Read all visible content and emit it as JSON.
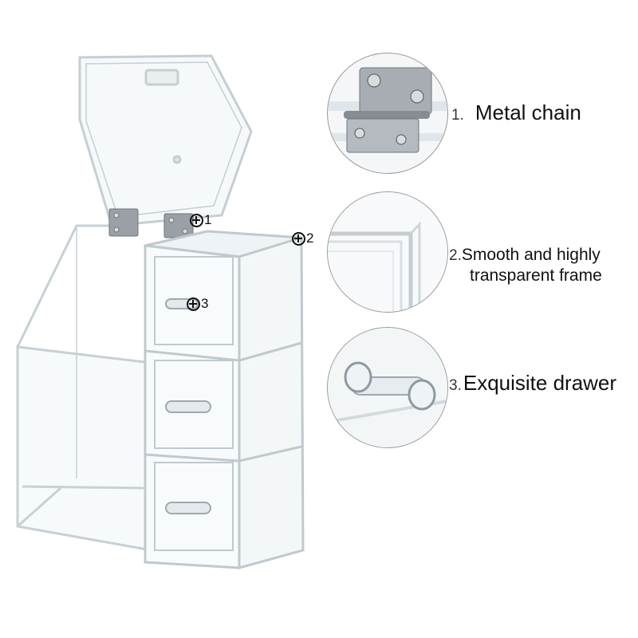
{
  "markers": [
    {
      "label": "1"
    },
    {
      "label": "2"
    },
    {
      "label": "3"
    }
  ],
  "features": [
    {
      "number": "1.",
      "text": "Metal chain",
      "icon": "hinge-closeup"
    },
    {
      "number": "2.",
      "text_line1": "Smooth and highly",
      "text_line2": "transparent frame",
      "icon": "frame-corner-closeup"
    },
    {
      "number": "3.",
      "text": "Exquisite drawer",
      "icon": "drawer-handle-closeup"
    }
  ],
  "colors": {
    "acrylic_edge": "#c9d3d8",
    "acrylic_fill": "#f6f9fa",
    "metal": "#8f9499",
    "text": "#111111"
  }
}
